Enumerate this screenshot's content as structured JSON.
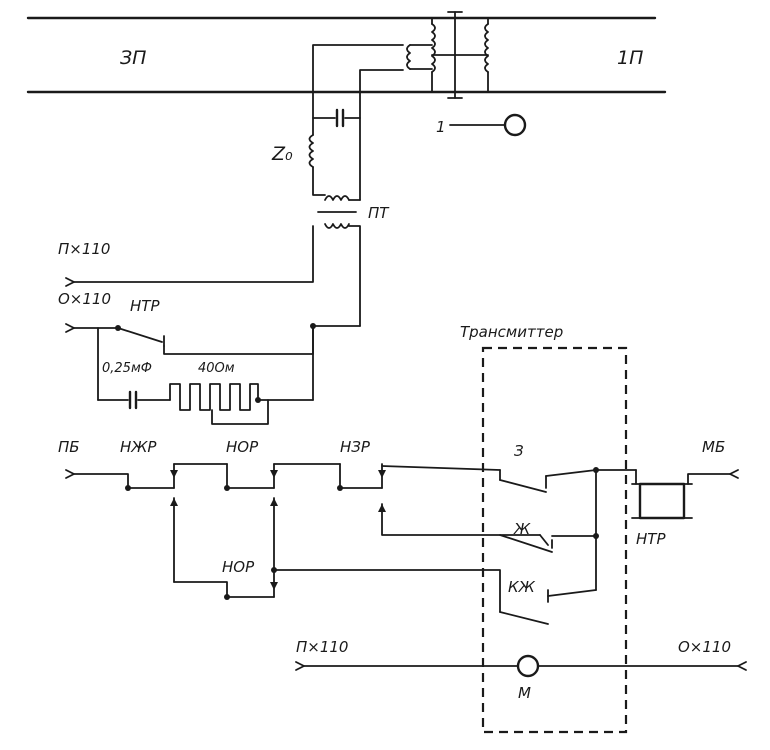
{
  "labels": {
    "track_3p": "ЗП",
    "track_1p": "1П",
    "z0": "Z₀",
    "pt": "ПТ",
    "px110_top": "П×110",
    "ox110_top": "О×110",
    "ntr_top": "НТР",
    "cap": "0,25мФ",
    "res": "40Ом",
    "transmitter": "Трансмиттер",
    "pb": "ПБ",
    "nzhr": "НЖР",
    "nor_1": "НОР",
    "nzr": "НЗР",
    "sw_z": "З",
    "mb": "МБ",
    "sw_zh": "Ж",
    "ntr_right": "НТР",
    "nor_2": "НОР",
    "sw_kzh": "КЖ",
    "px110_bottom": "П×110",
    "ox110_bottom": "О×110",
    "motor": "М",
    "one": "1"
  }
}
